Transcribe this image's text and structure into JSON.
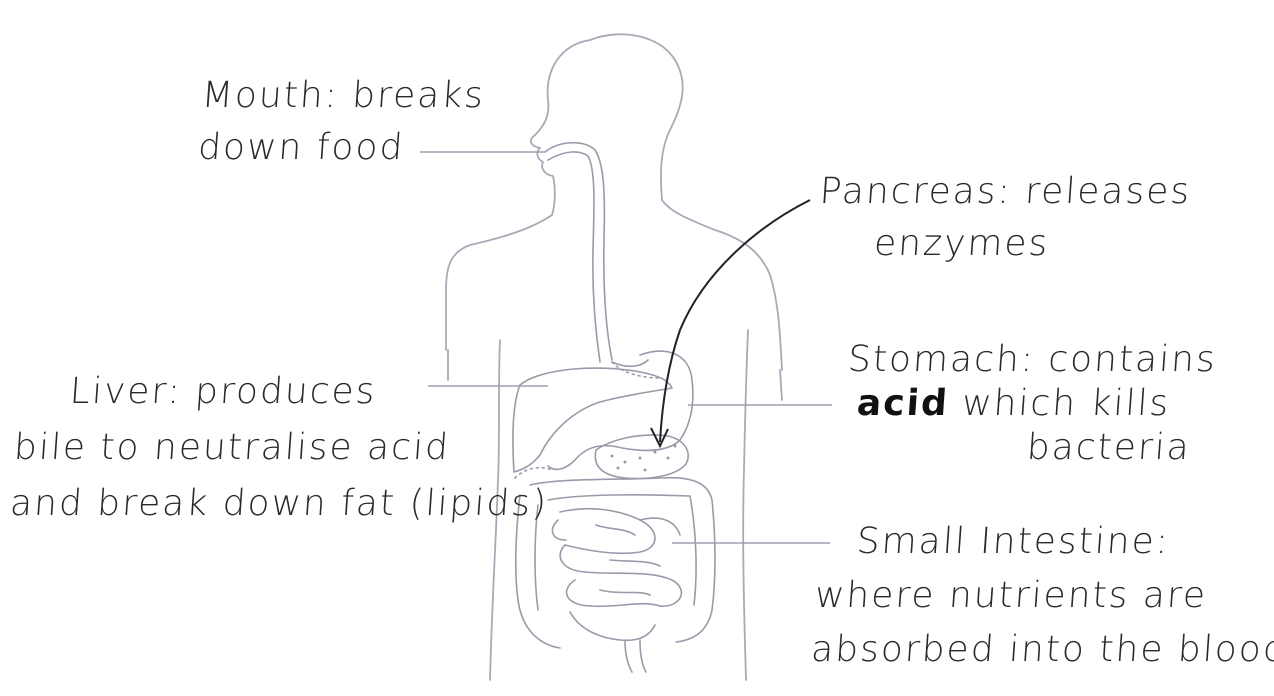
{
  "labels": {
    "mouth": {
      "line1": "Mouth: breaks",
      "line2": "down food"
    },
    "pancreas": {
      "line1": "Pancreas: releases",
      "line2": "enzymes"
    },
    "stomach": {
      "line1": "Stomach: contains",
      "line2_bold": "acid",
      "line2_rest": " which kills",
      "line3": "bacteria"
    },
    "liver": {
      "line1": "Liver: produces",
      "line2": "bile to neutralise acid",
      "line3": "and break down fat (lipids)"
    },
    "small_intestine": {
      "line1": "Small Intestine:",
      "line2": "where nutrients are",
      "line3": "absorbed into the blood"
    }
  },
  "colors": {
    "outline": "#a9a9b8",
    "text": "#2a2a2a",
    "arrow": "#222222"
  }
}
